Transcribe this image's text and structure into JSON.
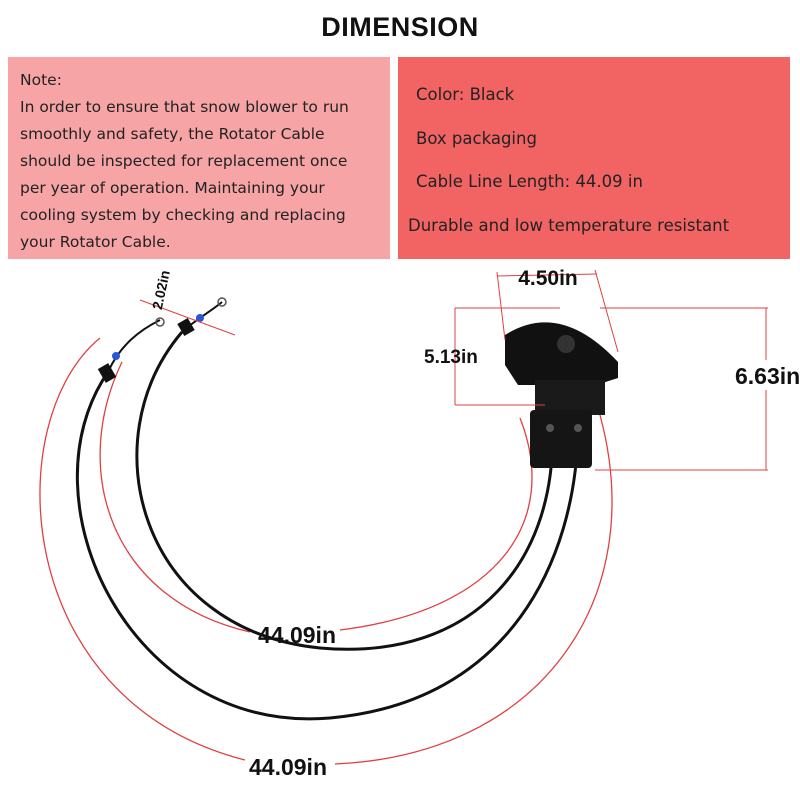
{
  "title": "DIMENSION",
  "note": {
    "heading": "Note:",
    "lines": [
      "In order to ensure that snow blower to run",
      "smoothly and safety, the Rotator Cable",
      "should be inspected for replacement once",
      "per year of operation. Maintaining your",
      "cooling system by checking and replacing",
      "your Rotator Cable."
    ]
  },
  "features": [
    "Color: Black",
    "Box packaging",
    "Cable Line Length: 44.09 in",
    "Durable and low temperature resistant"
  ],
  "dimensions": {
    "width": "4.50in",
    "inner_height": "5.13in",
    "total_height": "6.63in",
    "end_length": "2.02in",
    "cable_inner": "44.09in",
    "cable_outer": "44.09in"
  },
  "colors": {
    "note_panel": "#f7a4a6",
    "feature_panel": "#f26464",
    "dimension_line": "#e04040",
    "cable": "#111111",
    "connector": "#2a55d8"
  }
}
